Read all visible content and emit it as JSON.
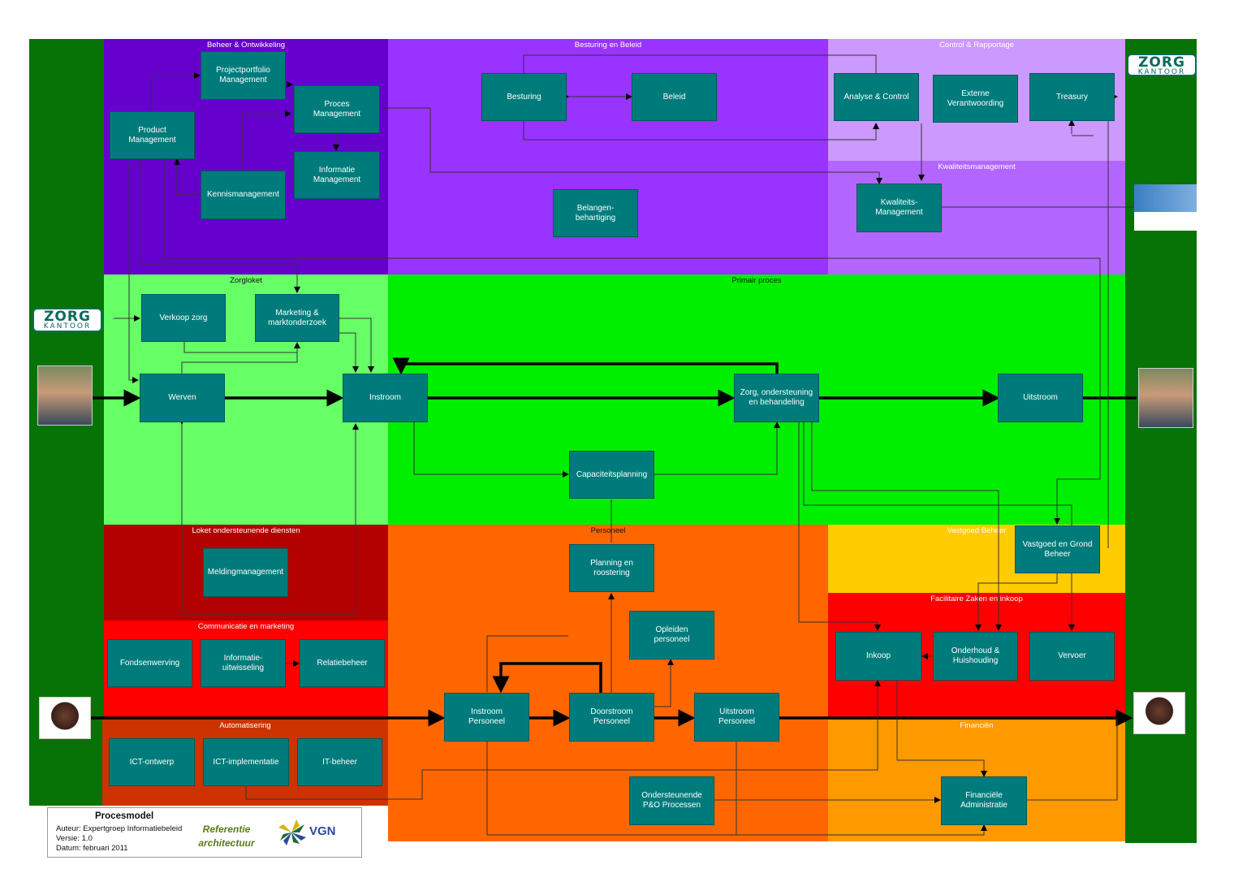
{
  "zones": {
    "beheer": "Beheer & Ontwikkeling",
    "besturing": "Besturing en Beleid",
    "control": "Control & Rapportage",
    "kwaliteit": "Kwaliteitsmanagement",
    "zorgloket": "Zorgloket",
    "primair": "Primair proces",
    "loket": "Loket ondersteunende diensten",
    "communicatie": "Communicatie en marketing",
    "automatisering": "Automatisering",
    "personeel": "Personeel",
    "vastgoed": "Vastgoed Beheer",
    "facilitair": "Facilitaire Zaken en inkoop",
    "financien": "Financiën"
  },
  "boxes": {
    "projectportfolio": "Projectportfolio\nManagement",
    "proces": "Proces\nManagement",
    "product": "Product\nManagement",
    "informatie": "Informatie\nManagement",
    "kennis": "Kennismanagement",
    "besturing": "Besturing",
    "beleid": "Beleid",
    "belangen": "Belangen-\nbehartiging",
    "analyse": "Analyse & Control",
    "externe": "Externe\nVerantwoording",
    "treasury": "Treasury",
    "kwaliteits": "Kwaliteits-\nManagement",
    "verkoop": "Verkoop zorg",
    "marketing": "Marketing &\nmarktonderzoek",
    "werven": "Werven",
    "instroom": "Instroom",
    "zorg": "Zorg, ondersteuning\nen behandeling",
    "uitstroom": "Uitstroom",
    "capaciteit": "Capaciteitsplanning",
    "melding": "Meldingmanagement",
    "planning": "Planning en\nroostering",
    "opleiden": "Opleiden\npersoneel",
    "vastgoedgrond": "Vastgoed en Grond\nBeheer",
    "fondsen": "Fondsenwerving",
    "infouit": "Informatie-\nuitwisseling",
    "relatie": "Relatiebeheer",
    "inkoop": "Inkoop",
    "onderhoud": "Onderhoud &\nHuishouding",
    "vervoer": "Vervoer",
    "instroomp": "Instroom\nPersoneel",
    "doorstroom": "Doorstroom\nPersoneel",
    "uitstroomp": "Uitstroom\nPersoneel",
    "ictontwerp": "ICT-ontwerp",
    "ictimpl": "ICT-implementatie",
    "itbeheer": "IT-beheer",
    "onderst": "Ondersteunende\nP&O Processen",
    "finadmin": "Financiële\nAdministratie"
  },
  "logos": {
    "zorg_top": "ZORG",
    "zorg_bottom": "KANTOOR"
  },
  "legend": {
    "title": "Procesmodel",
    "author": "Auteur: Expertgroep Informatiebeleid",
    "version": "Versie: 1.0",
    "date": "Datum: februari 2011",
    "ref1": "Referentie",
    "ref2": "architectuur",
    "vgn": "VGN"
  },
  "colors": {
    "side_green": "#077307",
    "beheer": "#6600cc",
    "besturing": "#9933ff",
    "control": "#cc99ff",
    "kwaliteit": "#b366ff",
    "zorgloket": "#66ff66",
    "primair": "#00ee00",
    "loket": "#b30000",
    "communicatie": "#ff0000",
    "automatisering": "#cc3300",
    "personeel": "#ff6600",
    "vastgoed": "#ffcc00",
    "facilitair": "#ff0000",
    "financien": "#ff9900",
    "box": "#007b7b"
  }
}
